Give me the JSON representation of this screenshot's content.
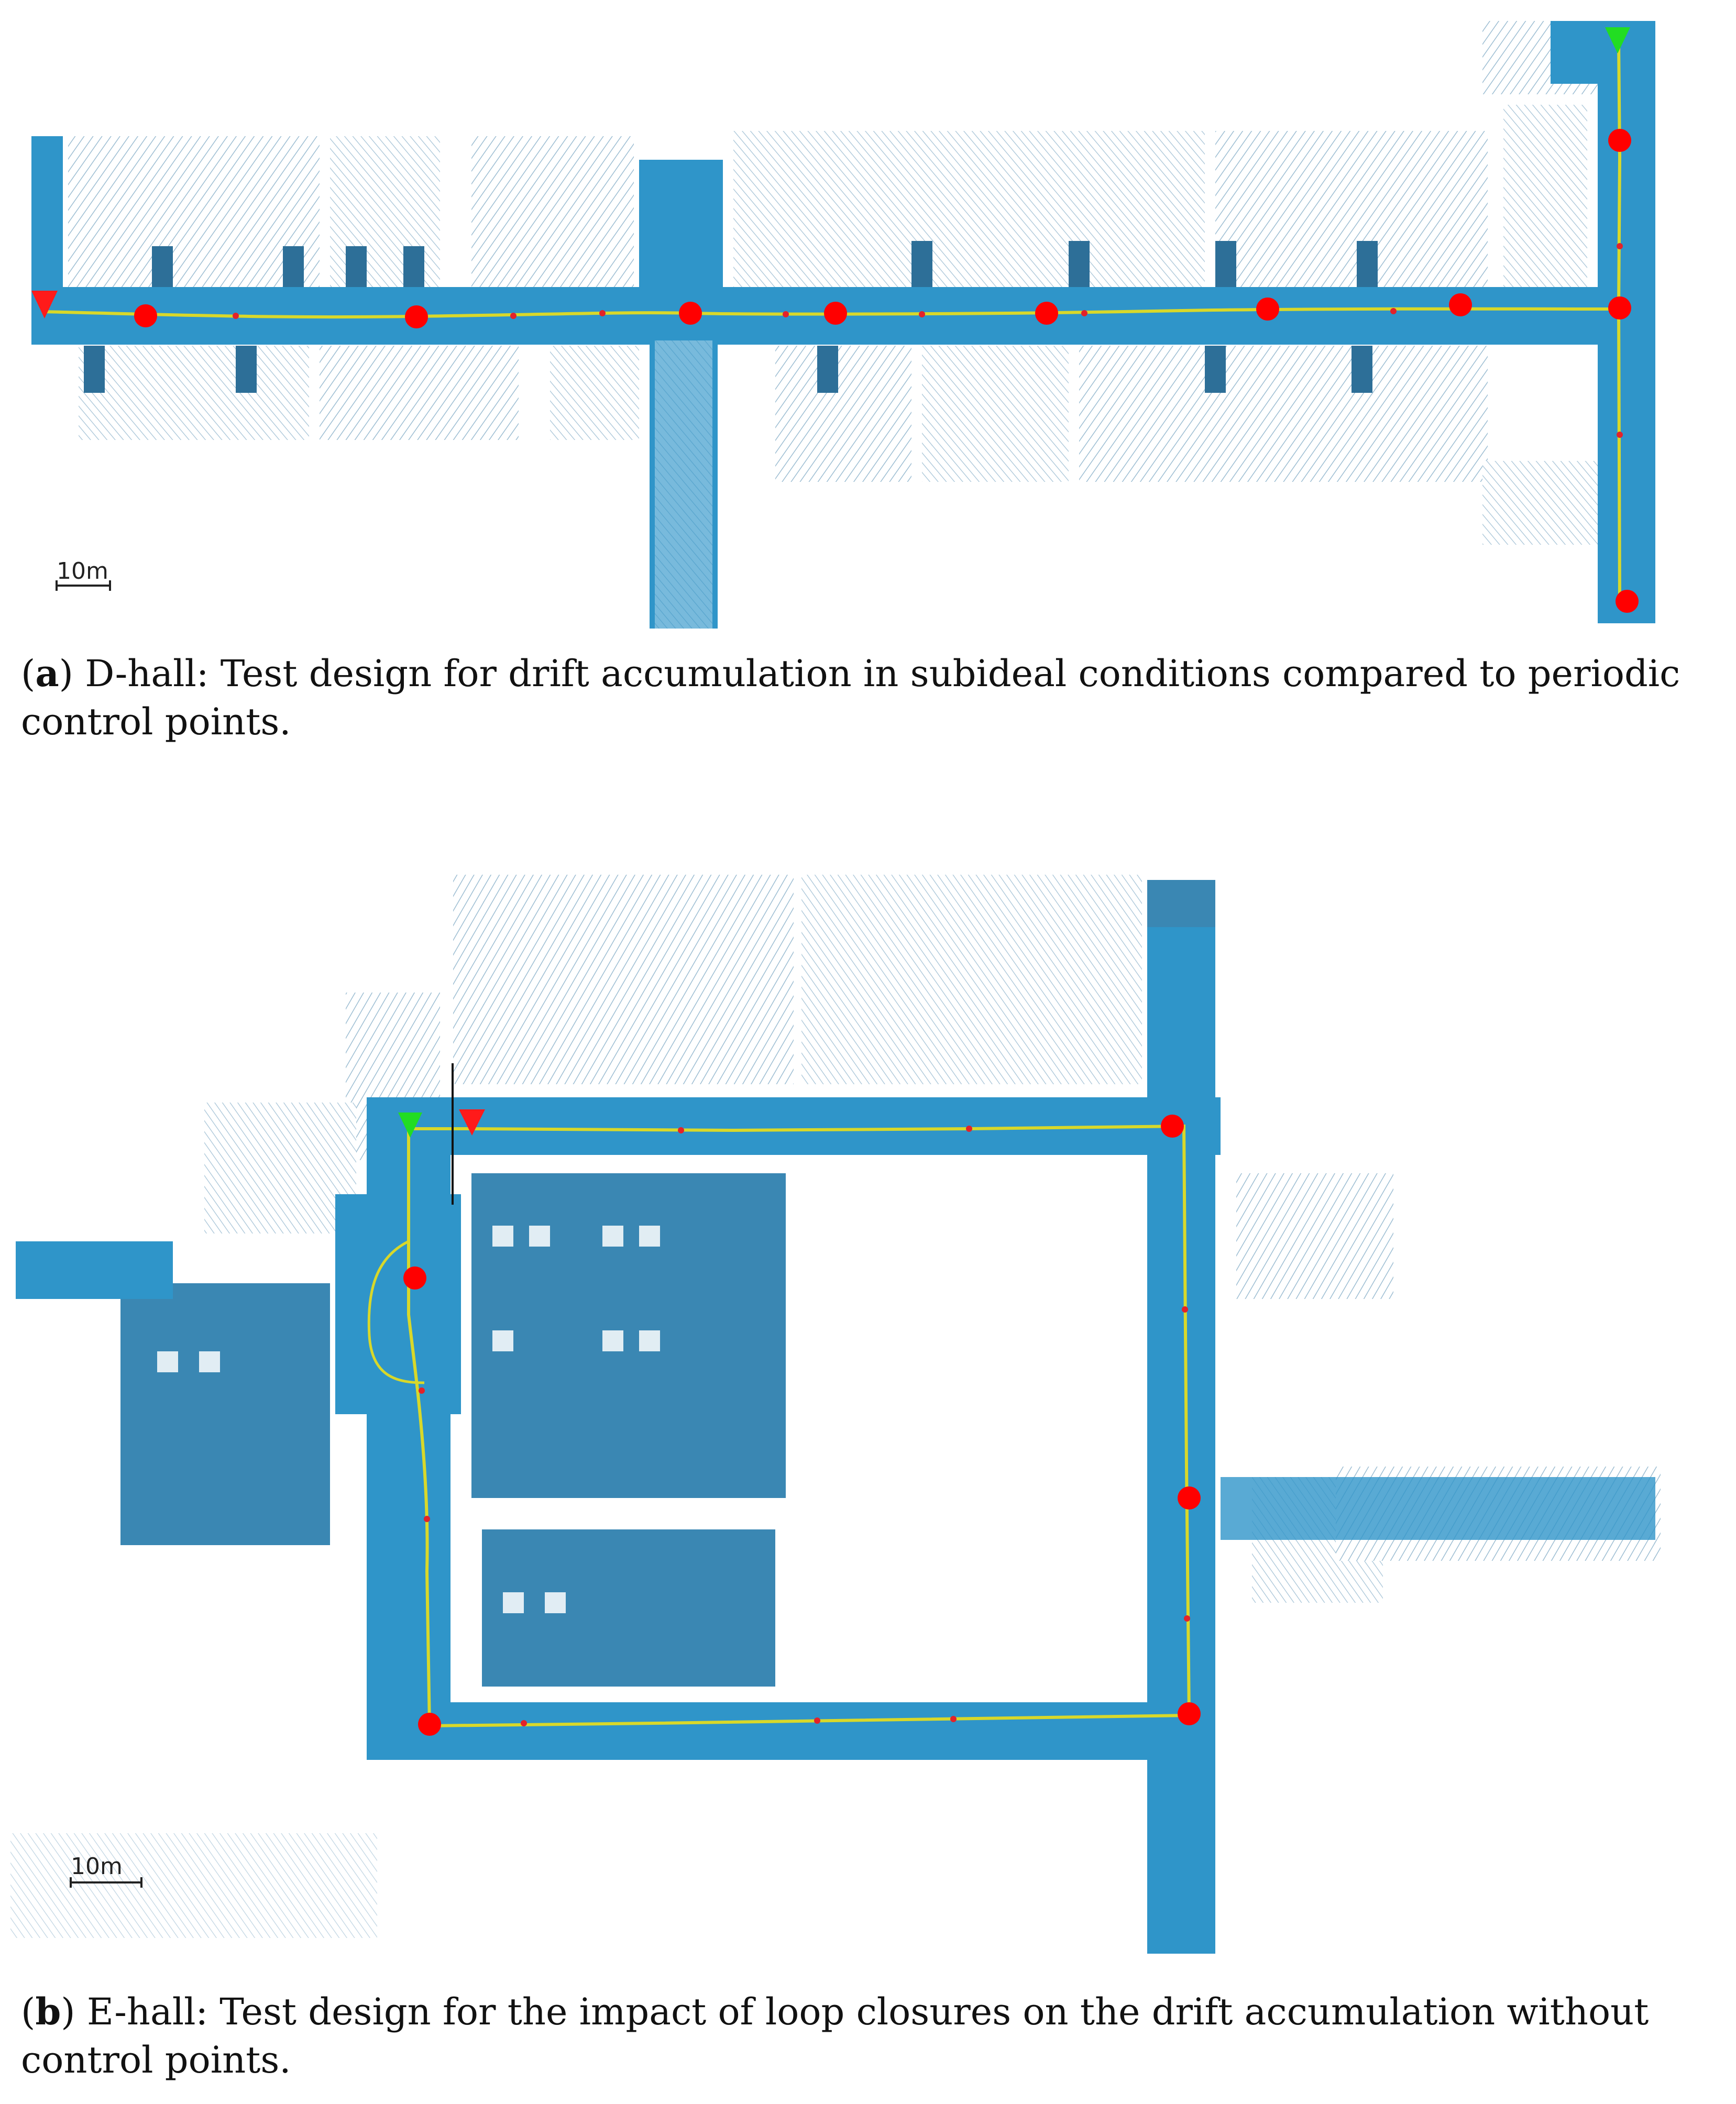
{
  "panels": [
    {
      "id": "a",
      "caption_label": "a",
      "caption_text": "D-hall: Test design for drift accumulation in subideal conditions compared to periodic control points.",
      "scale_bar": "10m",
      "colors": {
        "floor": "#2f95c9",
        "points": "#3f7ea8",
        "trajectory": "#d8d82a",
        "control_point": "#ff0000",
        "start": "#ff1a1a",
        "end": "#22dd22"
      },
      "icons": [
        "start-triangle-icon",
        "end-triangle-icon",
        "control-point-icon"
      ]
    },
    {
      "id": "b",
      "caption_label": "b",
      "caption_text": "E-hall: Test design for the impact of loop closures on the drift accumulation without control points.",
      "scale_bar": "10m",
      "colors": {
        "floor": "#2f95c9",
        "points": "#3f7ea8",
        "trajectory": "#d8d82a",
        "control_point": "#ff0000",
        "start": "#ff1a1a",
        "end": "#22dd22"
      },
      "icons": [
        "start-triangle-icon",
        "end-triangle-icon",
        "control-point-icon"
      ]
    }
  ]
}
